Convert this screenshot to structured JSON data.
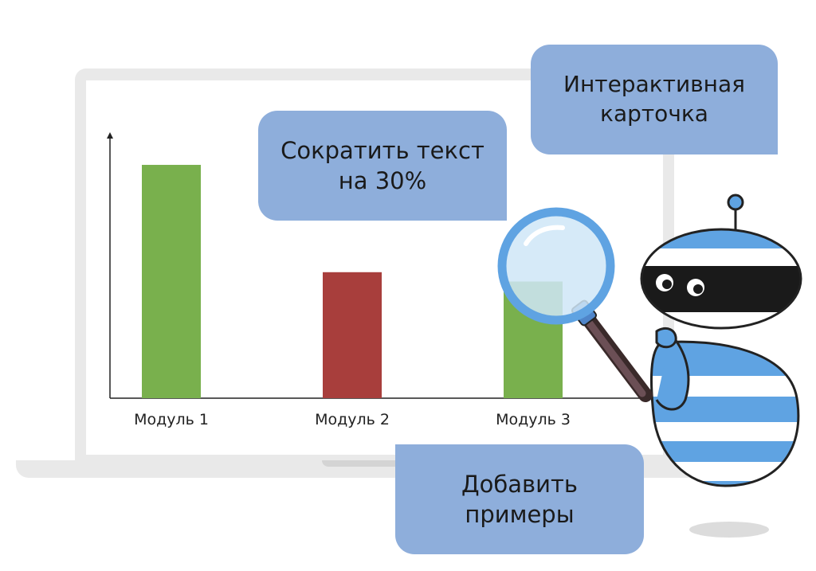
{
  "bubbles": {
    "shorten": "Сократить текст\nна 30%",
    "interactive": "Интерактивная\nкарточка",
    "examples": "Добавить\nпримеры"
  },
  "colors": {
    "bubble": "#8eaedb",
    "bar_ok": "#79b04d",
    "bar_bad": "#a83e3c",
    "robot_blue": "#5fa3e2",
    "lens": "#cfe6f7"
  },
  "chart_data": {
    "type": "bar",
    "categories": [
      "Модуль 1",
      "Модуль 2",
      "Модуль 3"
    ],
    "values": [
      100,
      54,
      50
    ],
    "ylim": [
      0,
      114
    ],
    "bar_colors": [
      "#79b04d",
      "#a83e3c",
      "#79b04d"
    ],
    "grid": false,
    "title": "",
    "xlabel": "",
    "ylabel": ""
  },
  "icons": [
    "robot-mascot-icon",
    "magnifier-icon"
  ]
}
